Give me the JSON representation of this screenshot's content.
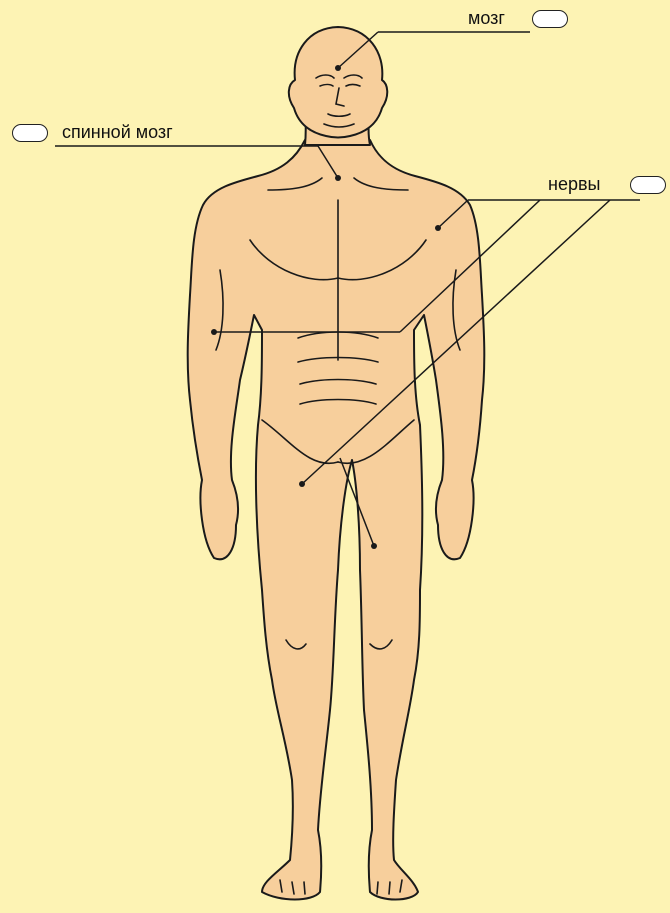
{
  "labels": {
    "brain": "мозг",
    "spinal_cord": "спинной мозг",
    "nerves": "нервы"
  },
  "colors": {
    "background": "#fdf3b4",
    "skin": "#f7cf9c",
    "outline": "#1a1a1a"
  }
}
